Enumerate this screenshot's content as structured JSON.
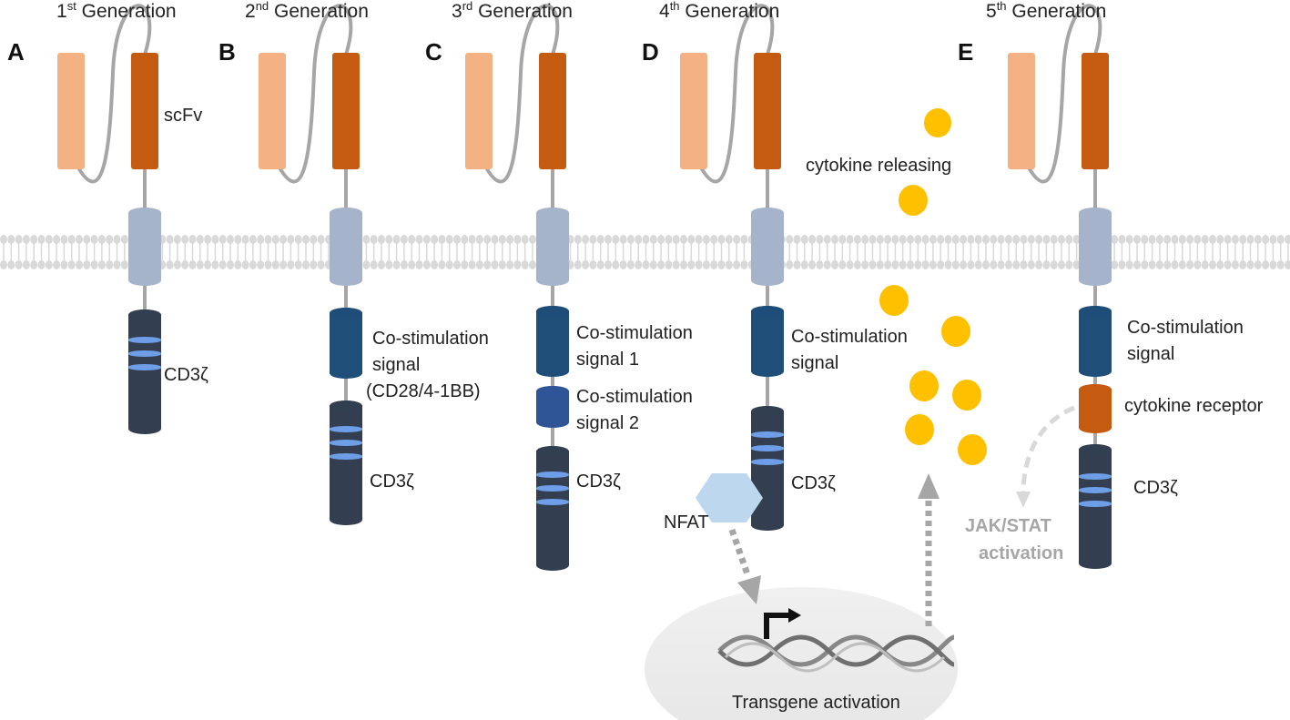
{
  "colors": {
    "vl_light": "#f4b183",
    "vl_dark": "#c55a11",
    "hinge": "#a5b4ca",
    "costim": "#1f4e79",
    "costim2": "#2f5597",
    "cd3z": "#333f50",
    "itam": "#6f9ee8",
    "cytokine": "#ffc000",
    "membrane": "#d9d9d9",
    "nfat": "#bdd7ee",
    "nucleus": "#ededed",
    "arrow_grey": "#a6a6a6"
  },
  "panels": {
    "a": {
      "letter": "A",
      "title_num": "1",
      "title_sup": "st",
      "title_rest": " Generation",
      "scfv": "scFv",
      "cd3z": "CD3ζ"
    },
    "b": {
      "letter": "B",
      "title_num": "2",
      "title_sup": "nd",
      "title_rest": " Generation",
      "costim_1": "Co-stimulation",
      "costim_2": "signal",
      "costim_3": "(CD28/4-1BB)",
      "cd3z": "CD3ζ"
    },
    "c": {
      "letter": "C",
      "title_num": "3",
      "title_sup": "rd",
      "title_rest": " Generation",
      "costim1_1": "Co-stimulation",
      "costim1_2": "signal 1",
      "costim2_1": "Co-stimulation",
      "costim2_2": "signal 2",
      "cd3z": "CD3ζ"
    },
    "d": {
      "letter": "D",
      "title_num": "4",
      "title_sup": "th",
      "title_rest": " Generation",
      "costim_1": "Co-stimulation",
      "costim_2": "signal",
      "cd3z": "CD3ζ",
      "nfat": "NFAT",
      "cytokine_releasing": "cytokine releasing",
      "transgene": "Transgene activation"
    },
    "e": {
      "letter": "E",
      "title_num": "5",
      "title_sup": "th",
      "title_rest": " Generation",
      "costim_1": "Co-stimulation",
      "costim_2": "signal",
      "cytokine_receptor": "cytokine receptor",
      "cd3z": "CD3ζ",
      "jak_1": "JAK/STAT",
      "jak_2": "activation"
    }
  }
}
